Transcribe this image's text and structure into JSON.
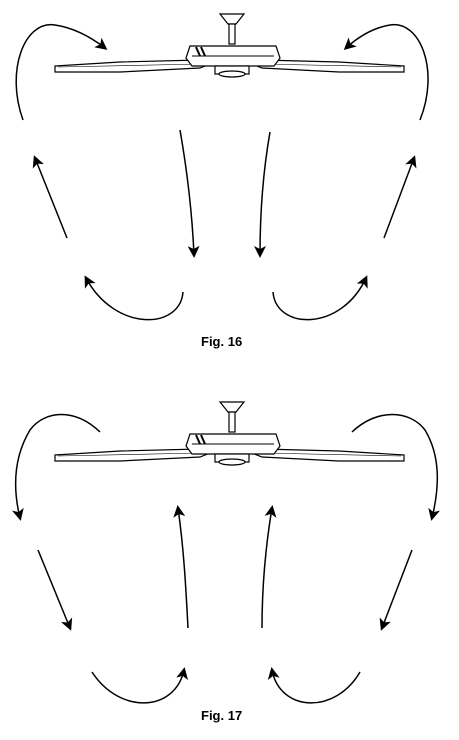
{
  "figures": [
    {
      "id": "fig16",
      "caption": "Fig. 16",
      "airflow": "downward"
    },
    {
      "id": "fig17",
      "caption": "Fig. 17",
      "airflow": "upward"
    }
  ],
  "colors": {
    "line": "#000000",
    "background": "#ffffff"
  }
}
